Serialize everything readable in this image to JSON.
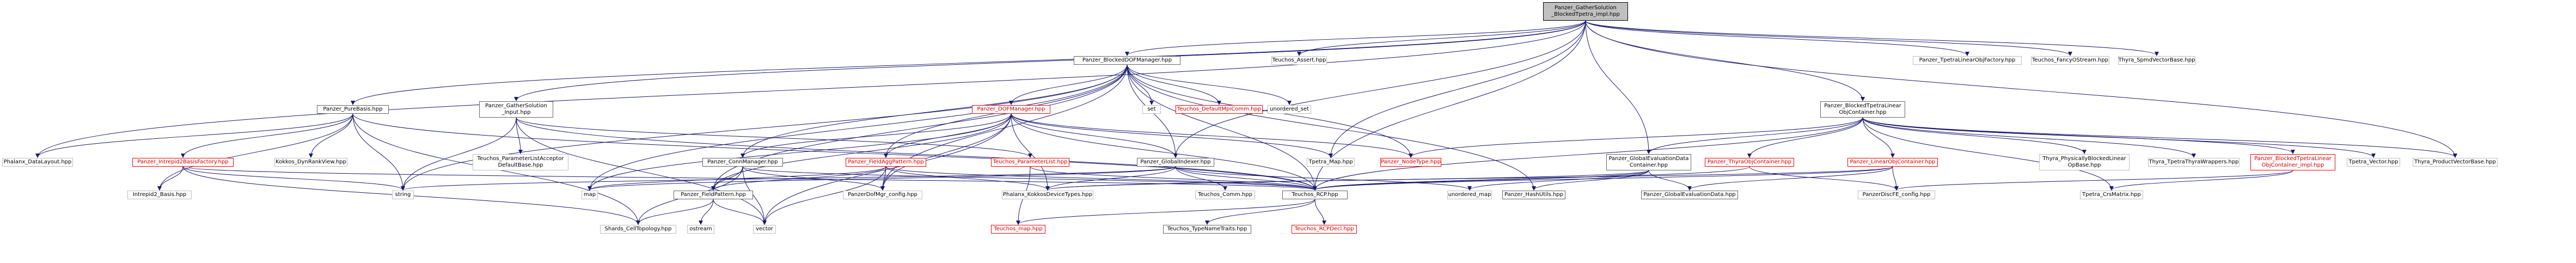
{
  "diagram": {
    "colors": {
      "edge": "#191970",
      "root_fill": "#bfbfbf",
      "root_border": "#000000",
      "link_border": "#666666",
      "missing_border": "#ff0000"
    },
    "nodes": {
      "root": {
        "label": "Panzer_GatherSolution\n_BlockedTpetra_impl.hpp",
        "kind": "root"
      },
      "teuchos_assert": {
        "label": "Teuchos_Assert.hpp",
        "kind": "plain"
      },
      "blocked_dof": {
        "label": "Panzer_BlockedDOFManager.hpp",
        "kind": "link"
      },
      "tpetra_linearobjfactory": {
        "label": "Panzer_TpetraLinearObjFactory.hpp",
        "kind": "plain"
      },
      "teuchos_fancyostream": {
        "label": "Teuchos_FancyOStream.hpp",
        "kind": "plain"
      },
      "thyra_spmd": {
        "label": "Thyra_SpmdVectorBase.hpp",
        "kind": "plain"
      },
      "pure_basis": {
        "label": "Panzer_PureBasis.hpp",
        "kind": "link"
      },
      "gather_input": {
        "label": "Panzer_GatherSolution\n_Input.hpp",
        "kind": "link"
      },
      "dof_manager": {
        "label": "Panzer_DOFManager.hpp",
        "kind": "missing"
      },
      "set": {
        "label": "set",
        "kind": "plain"
      },
      "teuchos_defaultmpicomm": {
        "label": "Teuchos_DefaultMpiComm.hpp",
        "kind": "missing"
      },
      "unordered_set": {
        "label": "unordered_set",
        "kind": "plain"
      },
      "blocked_tpetra_container": {
        "label": "Panzer_BlockedTpetraLinear\nObjContainer.hpp",
        "kind": "link"
      },
      "phalanx_datalayout": {
        "label": "Phalanx_DataLayout.hpp",
        "kind": "plain"
      },
      "intrepid2_basisfactory": {
        "label": "Panzer_Intrepid2BasisFactory.hpp",
        "kind": "missing"
      },
      "kokkos_dynrankview": {
        "label": "Kokkos_DynRankView.hpp",
        "kind": "plain"
      },
      "intrepid2_basis": {
        "label": "Intrepid2_Basis.hpp",
        "kind": "plain"
      },
      "string": {
        "label": "string",
        "kind": "plain"
      },
      "teuchos_paramlistacceptor": {
        "label": "Teuchos_ParameterListAcceptor\nDefaultBase.hpp",
        "kind": "plain"
      },
      "conn_manager": {
        "label": "Panzer_ConnManager.hpp",
        "kind": "link"
      },
      "fieldagg_pattern": {
        "label": "Panzer_FieldAggPattern.hpp",
        "kind": "missing"
      },
      "teuchos_paramlist": {
        "label": "Teuchos_ParameterList.hpp",
        "kind": "missing"
      },
      "global_indexer": {
        "label": "Panzer_GlobalIndexer.hpp",
        "kind": "link"
      },
      "tpetra_map": {
        "label": "Tpetra_Map.hpp",
        "kind": "plain"
      },
      "node_type": {
        "label": "Panzer_NodeType.hpp",
        "kind": "missing"
      },
      "global_eval_container": {
        "label": "Panzer_GlobalEvaluationData\nContainer.hpp",
        "kind": "link"
      },
      "thyra_container": {
        "label": "Panzer_ThyraObjContainer.hpp",
        "kind": "missing"
      },
      "linear_obj_container": {
        "label": "Panzer_LinearObjContainer.hpp",
        "kind": "missing"
      },
      "thyra_physblocked": {
        "label": "Thyra_PhysicallyBlockedLinear\nOpBase.hpp",
        "kind": "plain"
      },
      "thyra_tpetrawrappers": {
        "label": "Thyra_TpetraThyraWrappers.hpp",
        "kind": "plain"
      },
      "blocked_tpetra_impl": {
        "label": "Panzer_BlockedTpetraLinear\nObjContainer_impl.hpp",
        "kind": "missing"
      },
      "tpetra_vector": {
        "label": "Tpetra_Vector.hpp",
        "kind": "plain"
      },
      "thyra_productvector": {
        "label": "Thyra_ProductVectorBase.hpp",
        "kind": "plain"
      },
      "map": {
        "label": "map",
        "kind": "plain"
      },
      "field_pattern": {
        "label": "Panzer_FieldPattern.hpp",
        "kind": "link"
      },
      "dof_config": {
        "label": "PanzerDofMgr_config.hpp",
        "kind": "plain"
      },
      "phalanx_kokkos": {
        "label": "Phalanx_KokkosDeviceTypes.hpp",
        "kind": "plain"
      },
      "teuchos_comm": {
        "label": "Teuchos_Comm.hpp",
        "kind": "plain"
      },
      "teuchos_rcp": {
        "label": "Teuchos_RCP.hpp",
        "kind": "link"
      },
      "unordered_map": {
        "label": "unordered_map",
        "kind": "plain"
      },
      "hash_utils": {
        "label": "Panzer_HashUtils.hpp",
        "kind": "link"
      },
      "global_eval_data": {
        "label": "Panzer_GlobalEvaluationData.hpp",
        "kind": "link"
      },
      "discfe_config": {
        "label": "PanzerDiscFE_config.hpp",
        "kind": "plain"
      },
      "tpetra_crsmatrix": {
        "label": "Tpetra_CrsMatrix.hpp",
        "kind": "plain"
      },
      "shards_celltopology": {
        "label": "Shards_CellTopology.hpp",
        "kind": "plain"
      },
      "ostream": {
        "label": "ostream",
        "kind": "plain"
      },
      "vector": {
        "label": "vector",
        "kind": "plain"
      },
      "teuchos_map": {
        "label": "Teuchos_map.hpp",
        "kind": "missing"
      },
      "teuchos_typenametraits": {
        "label": "Teuchos_TypeNameTraits.hpp",
        "kind": "link"
      },
      "teuchos_rcpdecl": {
        "label": "Teuchos_RCPDecl.hpp",
        "kind": "missing"
      }
    }
  }
}
